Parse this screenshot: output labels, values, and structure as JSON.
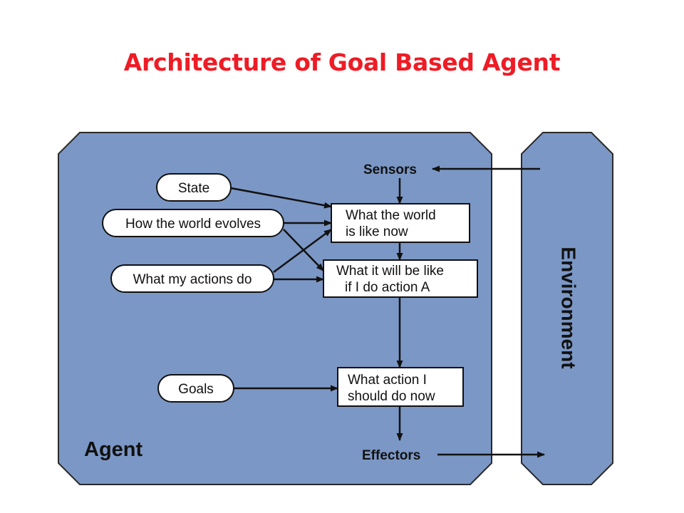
{
  "title": "Architecture of Goal Based Agent",
  "colors": {
    "title": "#ee1c25",
    "panel_fill": "#7b97c5",
    "panel_stroke": "#2a2a2a",
    "box_fill": "#ffffff",
    "arrow": "#111111"
  },
  "agent": {
    "label": "Agent"
  },
  "environment": {
    "label": "Environment"
  },
  "sensors": {
    "label": "Sensors"
  },
  "effectors": {
    "label": "Effectors"
  },
  "inputs": {
    "state": "State",
    "world_evolves": "How the world evolves",
    "actions_do": "What my actions do",
    "goals": "Goals"
  },
  "boxes": {
    "world_now": [
      "What the world",
      "is like now"
    ],
    "will_be": [
      "What it will be like",
      "if I do action A"
    ],
    "action": [
      "What action I",
      "should do now"
    ]
  }
}
